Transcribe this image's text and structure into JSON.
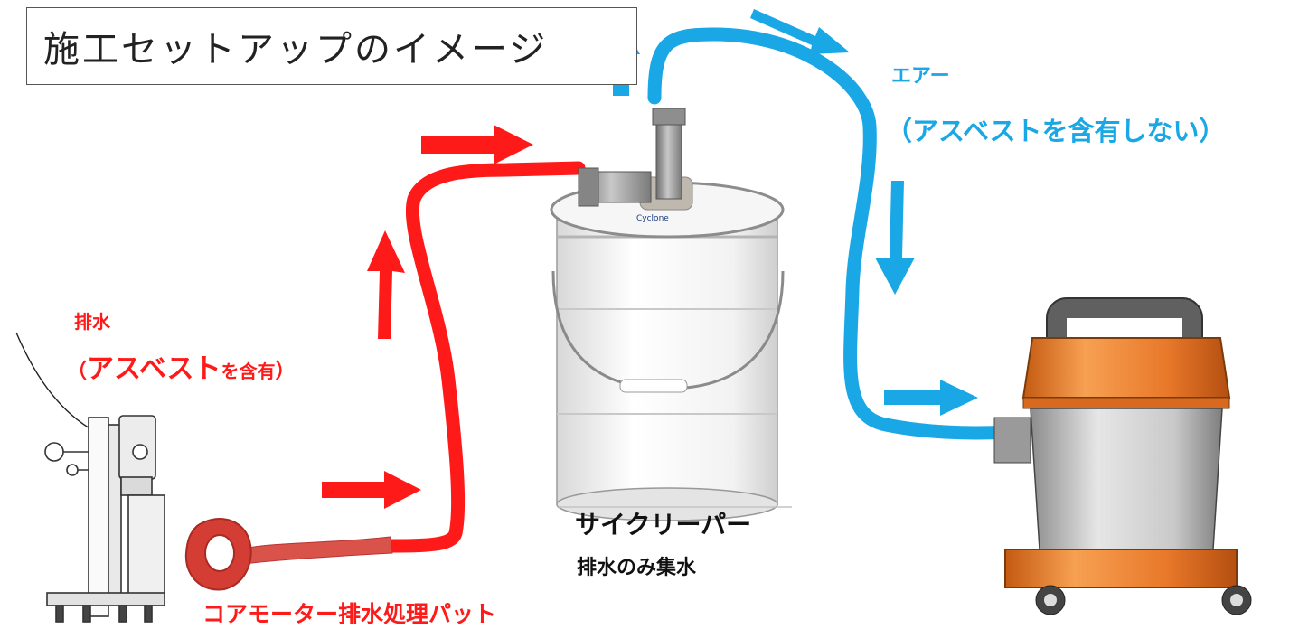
{
  "title": "施工セットアップのイメージ",
  "drain_label": "排水",
  "drain_asbestos": {
    "open_paren": "（",
    "main": "アスベスト",
    "suffix": "を含有",
    "close_paren": "）"
  },
  "air_label": "エアー",
  "air_asbestos": "（アスベストを含有しない）",
  "cyclone_name": "サイクリーパー",
  "cyclone_sub": "排水のみ集水",
  "pad_label": "コアモーター排水処理パット",
  "bucket_brand": "Cyclone",
  "colors": {
    "red_flow": "#ff1a1a",
    "blue_flow": "#1aa7e6",
    "vacuum_orange": "#e8782a"
  }
}
